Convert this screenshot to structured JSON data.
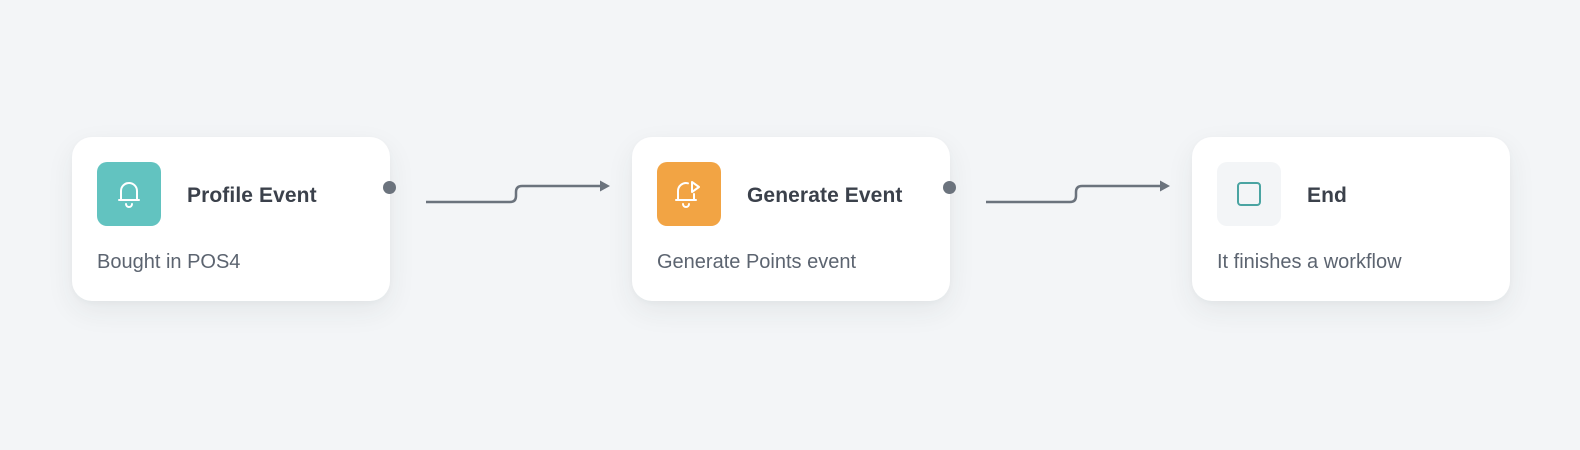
{
  "colors": {
    "background": "#f3f5f7",
    "profile_icon_bg": "#62c3c0",
    "generate_icon_bg": "#f2a444",
    "end_icon_bg": "#f3f5f7",
    "end_icon_stroke": "#4aa4a2",
    "connector": "#6b737d"
  },
  "nodes": [
    {
      "title": "Profile Event",
      "description": "Bought in POS4",
      "icon": "bell-icon"
    },
    {
      "title": "Generate Event",
      "description": "Generate Points event",
      "icon": "bell-play-icon"
    },
    {
      "title": "End",
      "description": "It finishes a workflow",
      "icon": "square-icon"
    }
  ]
}
